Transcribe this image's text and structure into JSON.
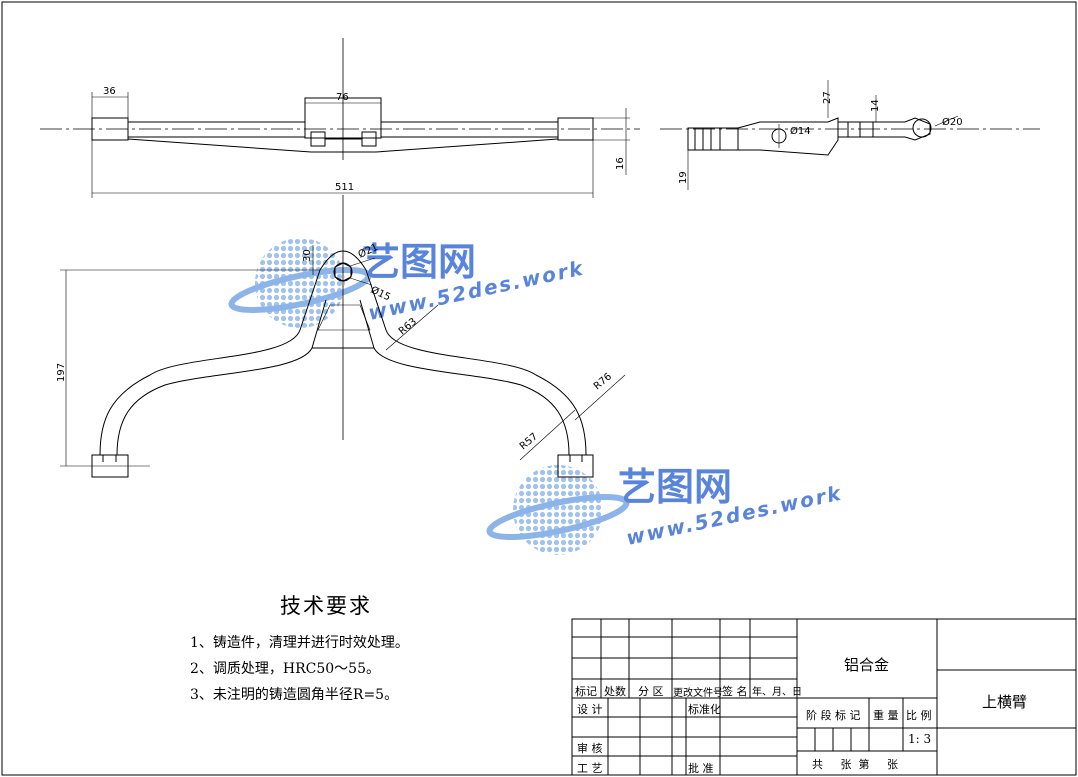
{
  "dimensions": {
    "d36": "36",
    "d76": "76",
    "d511": "511",
    "d16": "16",
    "d27": "27",
    "d14": "14",
    "d19": "19",
    "phi14": "Ø14",
    "phi20": "Ø20",
    "d30": "30",
    "phi21": "Ø21",
    "phi15": "Ø15",
    "r63": "R63",
    "d197": "197",
    "r76": "R76",
    "r57": "R57"
  },
  "watermark": {
    "brand": "艺图网",
    "url": "www.52des.work"
  },
  "tech_requirements": {
    "title": "技术要求",
    "items": [
      "1、铸造件，清理并进行时效处理。",
      "2、调质处理，HRC50～55。",
      "3、未注明的铸造圆角半径R=5。"
    ]
  },
  "title_block": {
    "headers": [
      "标记",
      "处数",
      "分 区",
      "更改文件号",
      "签 名",
      "年、月、日"
    ],
    "design": "设 计",
    "standardize": "标准化",
    "review": "审 核",
    "process": "工 艺",
    "approve": "批 准",
    "material": "铝合金",
    "stage_mark": "阶 段 标 记",
    "weight": "重 量",
    "scale": "比 例",
    "scale_value": "1: 3",
    "sheets": "共     张  第     张",
    "part_name": "上横臂"
  },
  "colors": {
    "line": "#000000",
    "watermark_blue": "#3b6fd6",
    "watermark_light": "#9ec3f0"
  }
}
